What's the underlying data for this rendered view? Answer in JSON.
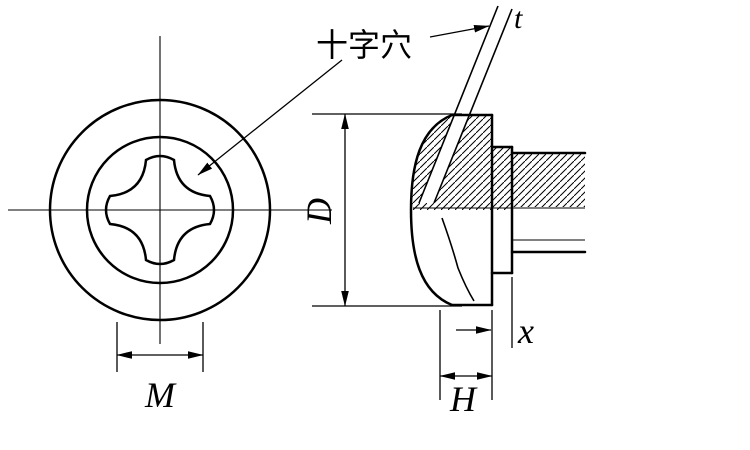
{
  "diagram": {
    "type": "engineering-drawing",
    "subject": "cross-recessed flange head screw, front view and half-sectioned side view",
    "colors": {
      "line": "#000000",
      "background": "#ffffff"
    },
    "labels": {
      "cross_recess": "十字穴",
      "t": "t",
      "D": "D",
      "M": "M",
      "x": "x",
      "H": "H"
    }
  }
}
